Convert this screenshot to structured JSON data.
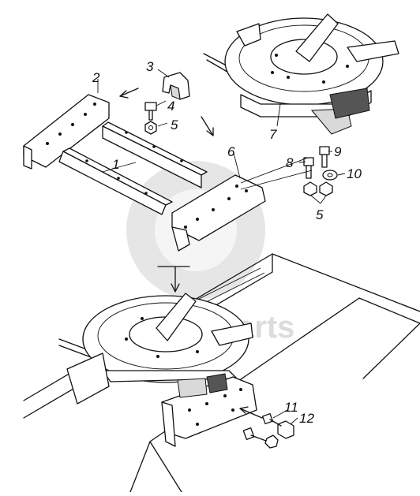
{
  "watermark": {
    "text": "data-parts"
  },
  "callouts": [
    {
      "id": "c1",
      "label": "1"
    },
    {
      "id": "c2",
      "label": "2"
    },
    {
      "id": "c3",
      "label": "3"
    },
    {
      "id": "c4",
      "label": "4"
    },
    {
      "id": "c5a",
      "label": "5"
    },
    {
      "id": "c5b",
      "label": "5"
    },
    {
      "id": "c6",
      "label": "6"
    },
    {
      "id": "c7",
      "label": "7"
    },
    {
      "id": "c8",
      "label": "8"
    },
    {
      "id": "c9",
      "label": "9"
    },
    {
      "id": "c10",
      "label": "10"
    },
    {
      "id": "c11",
      "label": "11"
    },
    {
      "id": "c12",
      "label": "12"
    }
  ]
}
